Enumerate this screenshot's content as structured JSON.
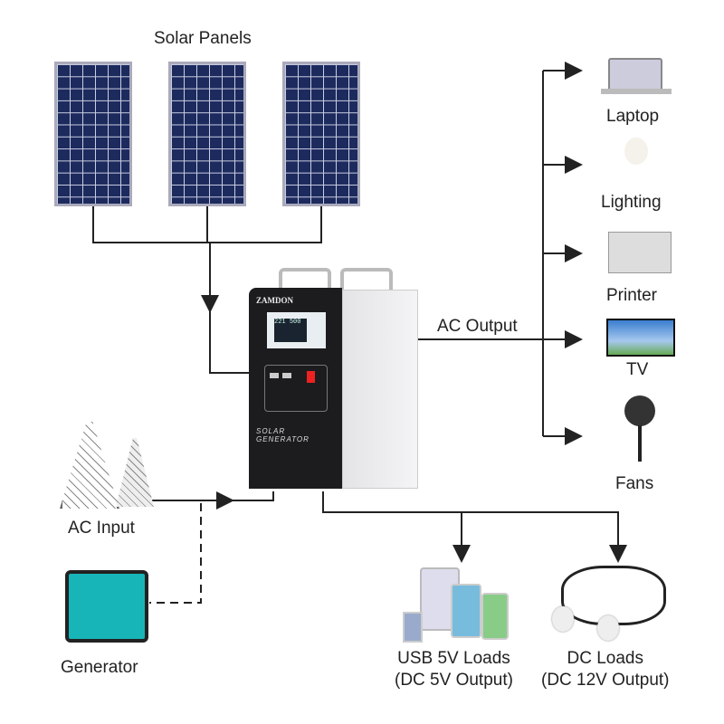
{
  "solar_title": "Solar Panels",
  "ac_output": "AC Output",
  "device": {
    "brand": "ZAMDON",
    "model_line1": "SOLAR",
    "model_line2": "GENERATOR",
    "display_left": "221",
    "display_right": "500"
  },
  "outputs": [
    "Laptop",
    "Lighting",
    "Printer",
    "TV",
    "Fans"
  ],
  "ac_input": "AC Input",
  "generator": "Generator",
  "usb_loads": {
    "line1": "USB 5V Loads",
    "line2": "(DC 5V Output)"
  },
  "dc_loads": {
    "line1": "DC Loads",
    "line2": "(DC 12V Output)"
  }
}
